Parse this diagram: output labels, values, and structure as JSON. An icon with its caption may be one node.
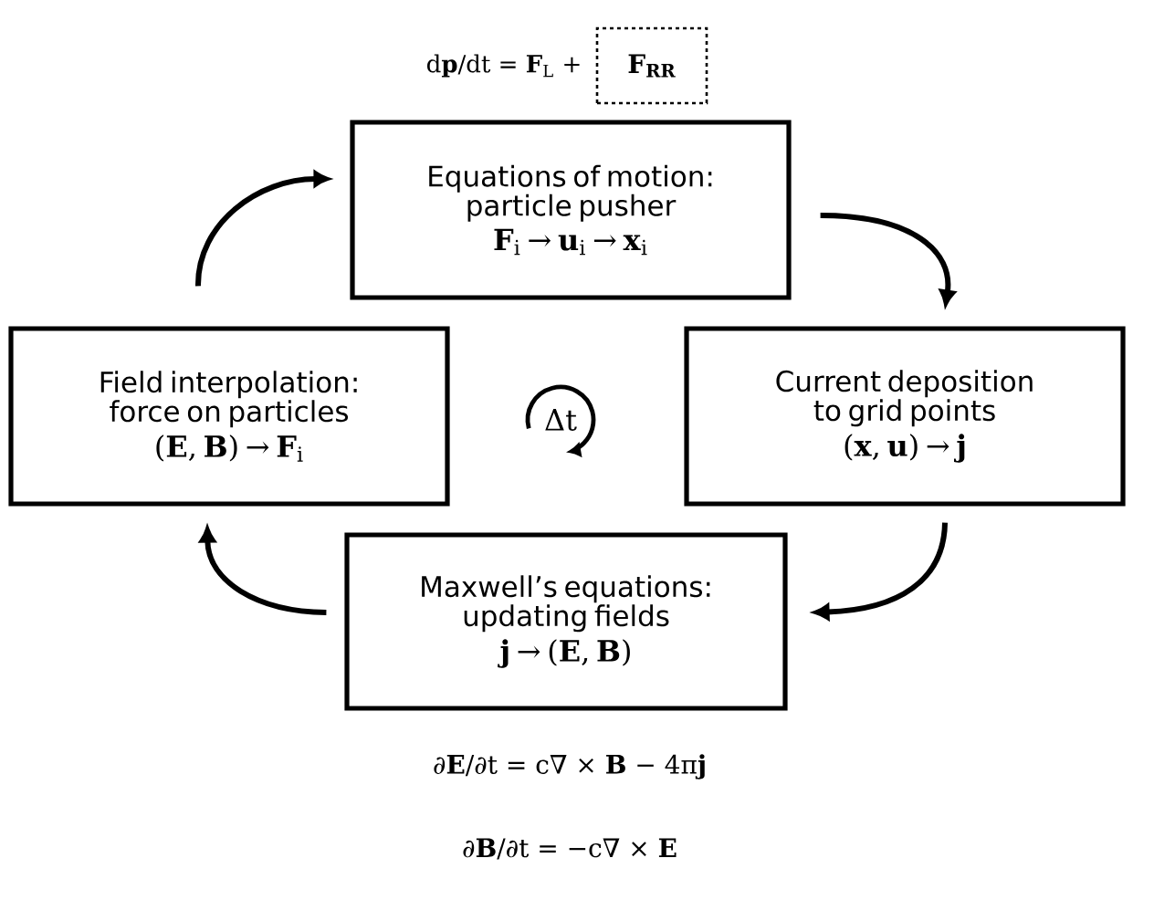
{
  "diagram": {
    "nodes": [
      {
        "text": [
          "F$_{RR}$"
        ]
      },
      {
        "text": [
          "Equations of motion: particle pusher",
          "**F**$_{i}$ → **u**$_{i}$ → **x**$_{i}$"
        ]
      },
      {
        "text": [
          "Field interpolation: force on particles",
          "(**E**, **B**) → **F**$_{i}$"
        ]
      },
      {
        "text": [
          "Current deposition to grid points",
          "(**x**, **u**) → **j**"
        ]
      },
      {
        "text": [
          "Maxwell’s equations: updating fields",
          "**j** → (**E**, **B**)"
        ]
      }
    ],
    "edges": [
      {
        "from": 1,
        "to": 3,
        "arrow": "to"
      },
      {
        "from": 3,
        "to": 4,
        "arrow": "to"
      },
      {
        "from": 4,
        "to": 2,
        "arrow": "to"
      },
      {
        "from": 2,
        "to": 1,
        "arrow": "to"
      }
    ],
    "labels": [
      "d**p**/dt = **F**$_{L}$ +",
      "Δt",
      "∂**E**/∂t = c∇ × **B** − 4π**j**",
      "∂**B**/∂t = −c∇ × **E**"
    ]
  }
}
